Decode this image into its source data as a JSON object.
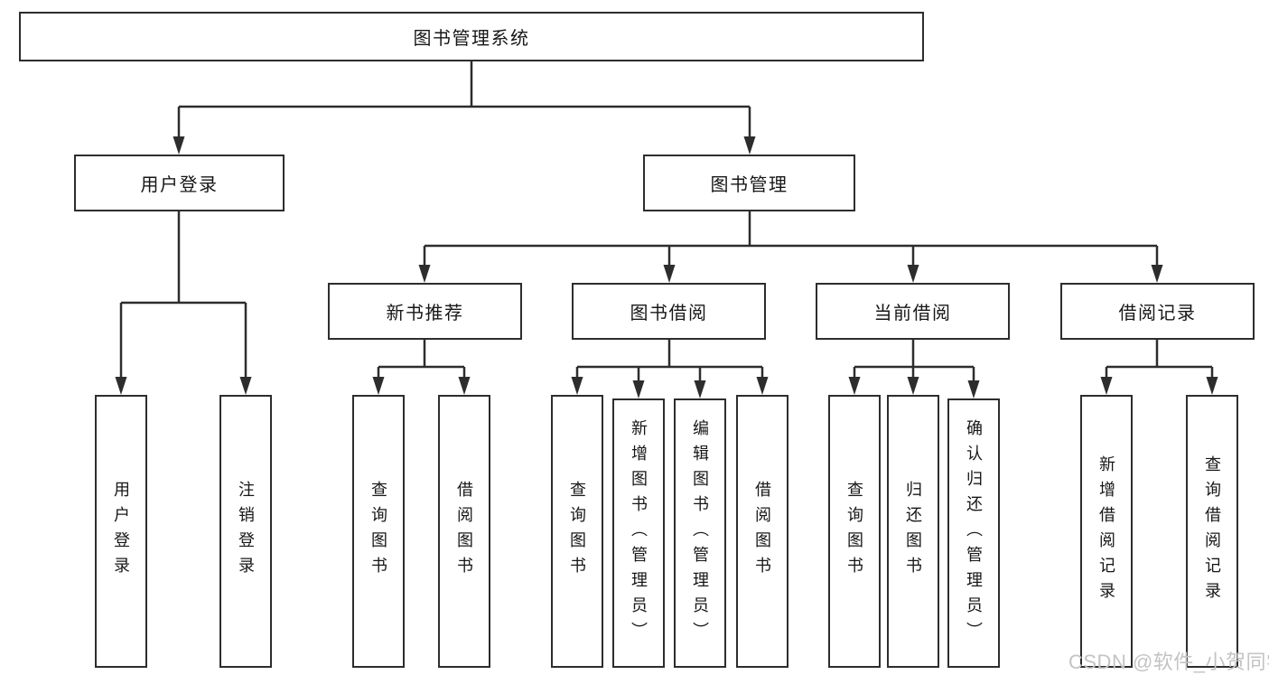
{
  "root": {
    "label": "图书管理系统"
  },
  "branches": [
    {
      "label": "用户登录",
      "children": [
        {
          "label": "用户登录"
        },
        {
          "label": "注销登录"
        }
      ]
    },
    {
      "label": "图书管理",
      "children": [
        {
          "label": "新书推荐",
          "children": [
            {
              "label": "查询图书"
            },
            {
              "label": "借阅图书"
            }
          ]
        },
        {
          "label": "图书借阅",
          "children": [
            {
              "label": "查询图书"
            },
            {
              "label": "新增图书（管理员）"
            },
            {
              "label": "编辑图书（管理员）"
            },
            {
              "label": "借阅图书"
            }
          ]
        },
        {
          "label": "当前借阅",
          "children": [
            {
              "label": "查询图书"
            },
            {
              "label": "归还图书"
            },
            {
              "label": "确认归还（管理员）"
            }
          ]
        },
        {
          "label": "借阅记录",
          "children": [
            {
              "label": "新增借阅记录"
            },
            {
              "label": "查询借阅记录"
            }
          ]
        }
      ]
    }
  ],
  "watermark": "CSDN @软件_小贺同学",
  "colors": {
    "line": "#2d2d2d",
    "text": "#171717",
    "watermark": "#c3c3c3",
    "background": "#ffffff"
  }
}
